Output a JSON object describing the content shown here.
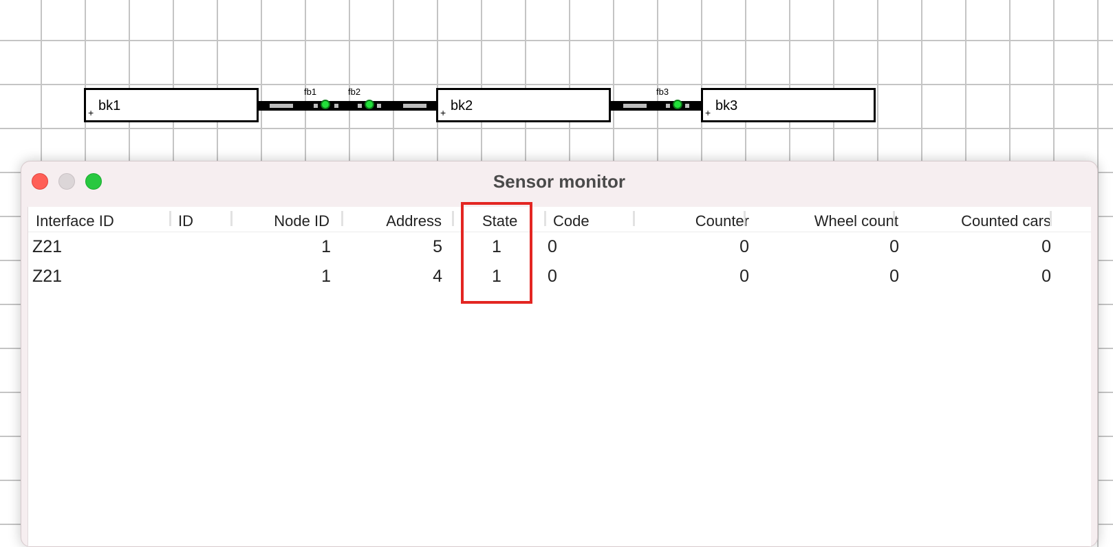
{
  "track_plan": {
    "blocks": [
      {
        "id": "bk1",
        "marker": "+"
      },
      {
        "id": "bk2",
        "marker": "+"
      },
      {
        "id": "bk3",
        "marker": "+"
      }
    ],
    "sensors": [
      {
        "id": "fb1",
        "state": "occupied",
        "color": "#22e03a"
      },
      {
        "id": "fb2",
        "state": "occupied",
        "color": "#22e03a"
      },
      {
        "id": "fb3",
        "state": "occupied",
        "color": "#22e03a"
      }
    ]
  },
  "window": {
    "title": "Sensor monitor",
    "buttons": [
      "close",
      "minimize",
      "zoom"
    ]
  },
  "table": {
    "columns": [
      "Interface ID",
      "ID",
      "Node ID",
      "Address",
      "State",
      "Code",
      "Counter",
      "Wheel count",
      "Counted cars"
    ],
    "rows": [
      [
        "Z21",
        "",
        "1",
        "5",
        "1",
        "0",
        "0",
        "0",
        "0"
      ],
      [
        "Z21",
        "",
        "1",
        "4",
        "1",
        "0",
        "0",
        "0",
        "0"
      ]
    ],
    "highlighted_column": "State",
    "highlight_color": "#e32622"
  }
}
